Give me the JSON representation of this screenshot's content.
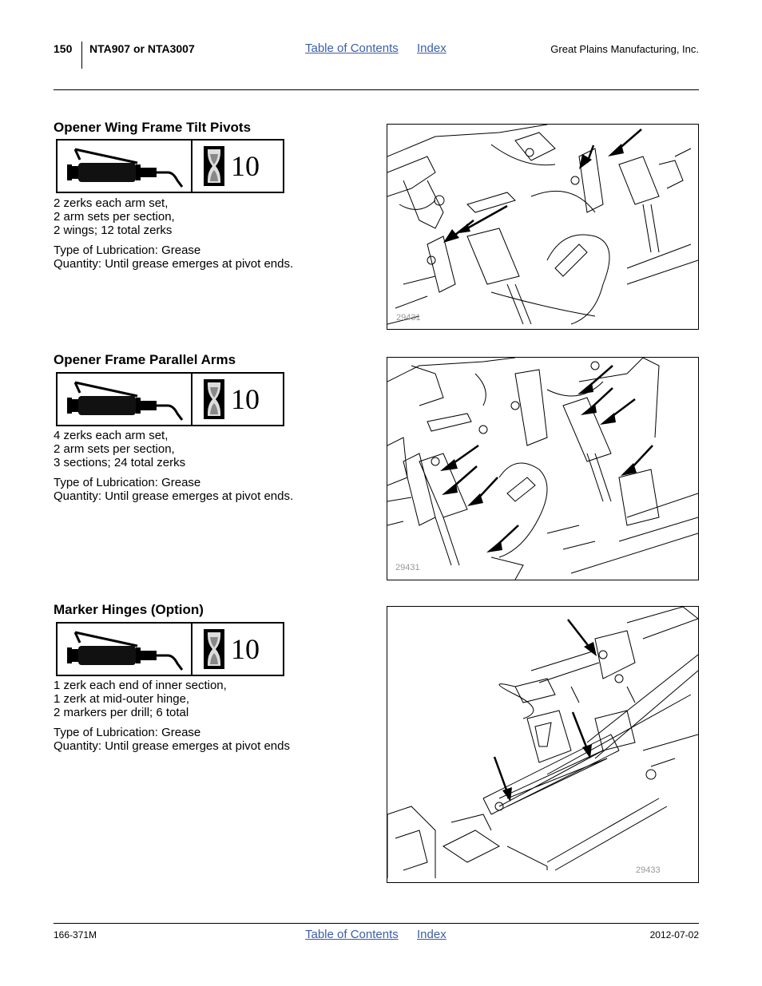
{
  "header": {
    "page_number": "150",
    "model": "NTA907 or NTA3007",
    "toc_link": "Table of Contents",
    "index_link": "Index",
    "company": "Great Plains Manufacturing, Inc."
  },
  "sections": [
    {
      "title": "Opener Wing Frame Tilt Pivots",
      "interval_hours": "10",
      "zerk_lines": [
        "2 zerks each arm set,",
        "2 arm sets per section,",
        "2 wings; 12 total zerks"
      ],
      "lube_type": "Type of Lubrication: Grease",
      "quantity": "Quantity: Until grease emerges at pivot ends.",
      "figure_number": "29431"
    },
    {
      "title": "Opener Frame Parallel Arms",
      "interval_hours": "10",
      "zerk_lines": [
        "4 zerks each arm set,",
        "2 arm sets per section,",
        "3 sections; 24 total zerks"
      ],
      "lube_type": "Type of Lubrication: Grease",
      "quantity": "Quantity: Until grease emerges at pivot ends.",
      "figure_number": "29431"
    },
    {
      "title": "Marker Hinges (Option)",
      "interval_hours": "10",
      "zerk_lines": [
        "1 zerk each end of inner section,",
        "1 zerk at mid-outer hinge,",
        "2 markers per drill; 6 total"
      ],
      "lube_type": "Type of Lubrication: Grease",
      "quantity": "Quantity: Until grease emerges at pivot ends",
      "figure_number": "29433"
    }
  ],
  "footer": {
    "part_number": "166-371M",
    "toc_link": "Table of Contents",
    "index_link": "Index",
    "date": "2012-07-02"
  },
  "icons": {
    "lube_symbol": "grease-gun-icon",
    "interval_symbol": "hourglass-icon"
  }
}
